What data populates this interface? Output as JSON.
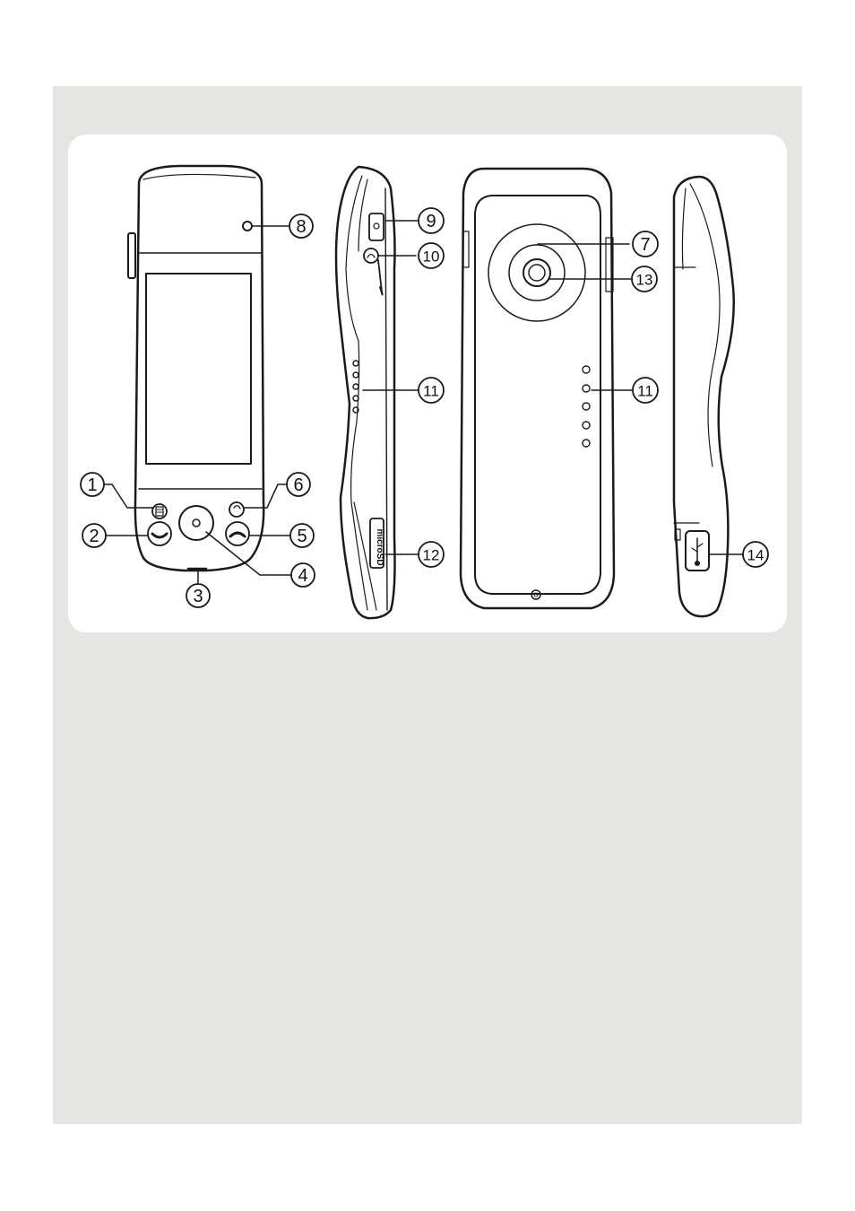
{
  "diagram": {
    "card_label_color": "#111111",
    "views": [
      "front-view",
      "left-side-view",
      "back-view",
      "right-side-view"
    ],
    "callouts": {
      "c1": "1",
      "c2": "2",
      "c3": "3",
      "c4": "4",
      "c5": "5",
      "c6": "6",
      "c7": "7",
      "c8": "8",
      "c9": "9",
      "c10": "10",
      "c11a": "11",
      "c11b": "11",
      "c12": "12",
      "c13": "13",
      "c14": "14"
    },
    "card_slot_text": "microSD"
  },
  "colors": {
    "background": "#ffffff",
    "panel": "#e5e5e3",
    "card": "#ffffff",
    "line": "#1a1a1a"
  }
}
